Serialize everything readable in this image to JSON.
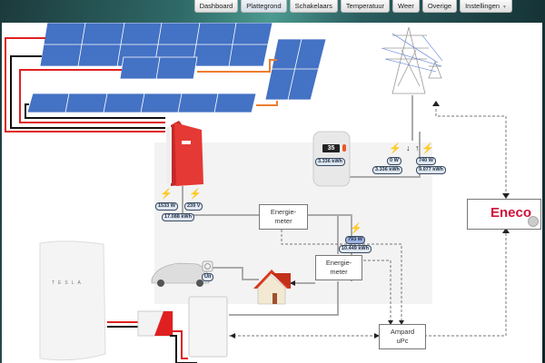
{
  "nav": {
    "items": [
      {
        "label": "Dashboard"
      },
      {
        "label": "Plattegrond"
      },
      {
        "label": "Schakelaars"
      },
      {
        "label": "Temperatuur"
      },
      {
        "label": "Weer"
      },
      {
        "label": "Overige"
      },
      {
        "label": "Instellingen"
      }
    ],
    "active": "Plattegrond"
  },
  "inverter": {
    "power": "1533 W",
    "voltage": "239 V",
    "energy": "17.088 kWh"
  },
  "meter": {
    "display": "35",
    "total": "3.336 kWh"
  },
  "grid": {
    "import_power": "0 W",
    "import_energy": "3.336 kWh",
    "export_power": "740 W",
    "export_energy": "9.077 kWh"
  },
  "house": {
    "power": "793 W",
    "energy": "10.449 kWh"
  },
  "socket": {
    "state": "Uit"
  },
  "boxes": {
    "energy_meter_1": "Energie-\nmeter",
    "energy_meter_2": "Energie-\nmeter",
    "ampard": "Ampard\nuPc"
  },
  "eneco": {
    "logo_text": "Eneco"
  },
  "battery": {
    "brand": "TESLA"
  },
  "colors": {
    "panel": "#4472c4",
    "dc_positive": "#e02020",
    "dc_negative": "#111111",
    "string_link": "#ed7d31",
    "inverter": "#e53935",
    "eneco": "#d1103a"
  }
}
